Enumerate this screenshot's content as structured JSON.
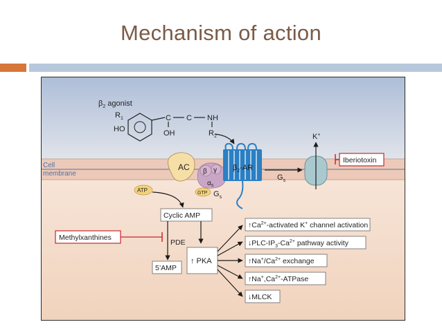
{
  "slide": {
    "title": "Mechanism of action"
  },
  "diagram": {
    "agonist": {
      "title": "β",
      "title_sub": "2",
      "title_rest": " agonist",
      "r1": "R",
      "r1_sub": "1",
      "ho": "HO",
      "oh": "OH",
      "c1": "C",
      "dash1": "—",
      "c2": "C",
      "dash2": "—",
      "nh": "NH",
      "r2": "R",
      "r2_sub": "2"
    },
    "membrane": {
      "line1": "Cell",
      "line2": "membrane"
    },
    "ac_label": "AC",
    "beta": "β",
    "gamma": "γ",
    "alpha": "α",
    "alpha_sub": "s",
    "gtp": "GTP",
    "gs_main": "G",
    "gs_sub": "s",
    "receptor": {
      "main": "β",
      "sub": "2",
      "rest": "-AR"
    },
    "gs_arrow": {
      "main": "G",
      "sub": "s"
    },
    "k_ion": {
      "main": "K",
      "sup": "+"
    },
    "iberiotoxin": "Iberiotoxin",
    "atp": "ATP",
    "camp": "Cyclic AMP",
    "methylxanthines": "Methylxanthines",
    "pde": "PDE",
    "amp": "5’AMP",
    "pka": {
      "arrow": "↑",
      "text": " PKA"
    },
    "effects": [
      {
        "arrow": "↑",
        "t1": "Ca",
        "sup1": "2+",
        "t2": "-activated K",
        "sup2": "+",
        "t3": " channel activation"
      },
      {
        "arrow": "↓",
        "t1": "PLC-IP",
        "sub1": "3",
        "t2": "-Ca",
        "sup2": "2+",
        "t3": " pathway activity"
      },
      {
        "arrow": "↑",
        "t1": "Na",
        "sup1": "+",
        "t2": "/Ca",
        "sup2": "2+",
        "t3": " exchange"
      },
      {
        "arrow": "↑",
        "t1": "Na",
        "sup1": "+",
        "t2": ",Ca",
        "sup2": "2+",
        "t3": "-ATPase"
      },
      {
        "arrow": "↓",
        "t1": "MLCK"
      }
    ],
    "colors": {
      "accent_orange": "#d7763a",
      "title_brown": "#7a5b47",
      "inhibitor_red": "#c8262b",
      "receptor_blue": "#2b7fc4",
      "membrane_pink": "#ecc9b8",
      "cytoplasm": "#f5dcc8",
      "extracellular_top": "#aebed8"
    }
  }
}
